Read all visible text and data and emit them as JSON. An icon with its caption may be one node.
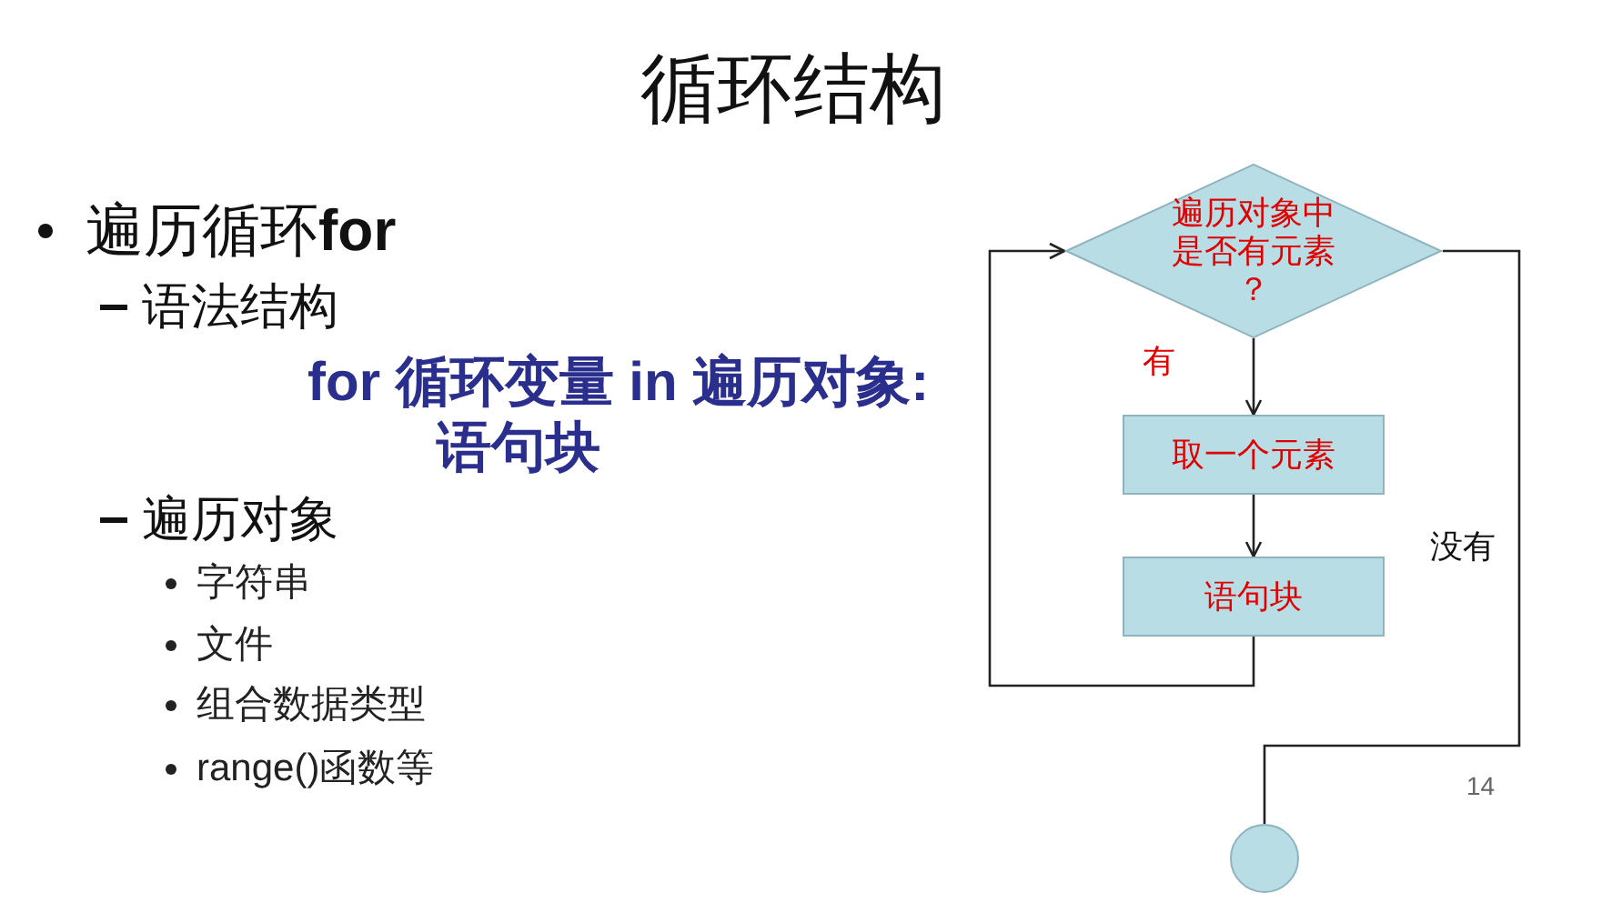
{
  "diagram": {
    "title": "循环结构",
    "nodes": [
      {
        "text": [
          "遍历对象中是否有元素？"
        ]
      },
      {
        "text": [
          "取一个元素"
        ]
      },
      {
        "text": [
          "语句块"
        ]
      },
      {
        "text": [],
        "shape": "circle"
      }
    ],
    "edges": [
      {
        "from": 0,
        "to": 1,
        "arrow": "to",
        "label": "有"
      },
      {
        "from": 1,
        "to": 2,
        "arrow": "to"
      },
      {
        "from": 2,
        "to": 0,
        "arrow": "to"
      },
      {
        "from": 0,
        "to": 3,
        "arrow": "none",
        "label": "没有"
      }
    ],
    "labels": [
      "遍历循环**for**",
      "语法结构",
      "for 循环变量 in 遍历对象:",
      "语句块",
      "遍历对象",
      "字符串",
      "文件",
      "组合数据类型",
      "range()函数等",
      "14"
    ]
  }
}
